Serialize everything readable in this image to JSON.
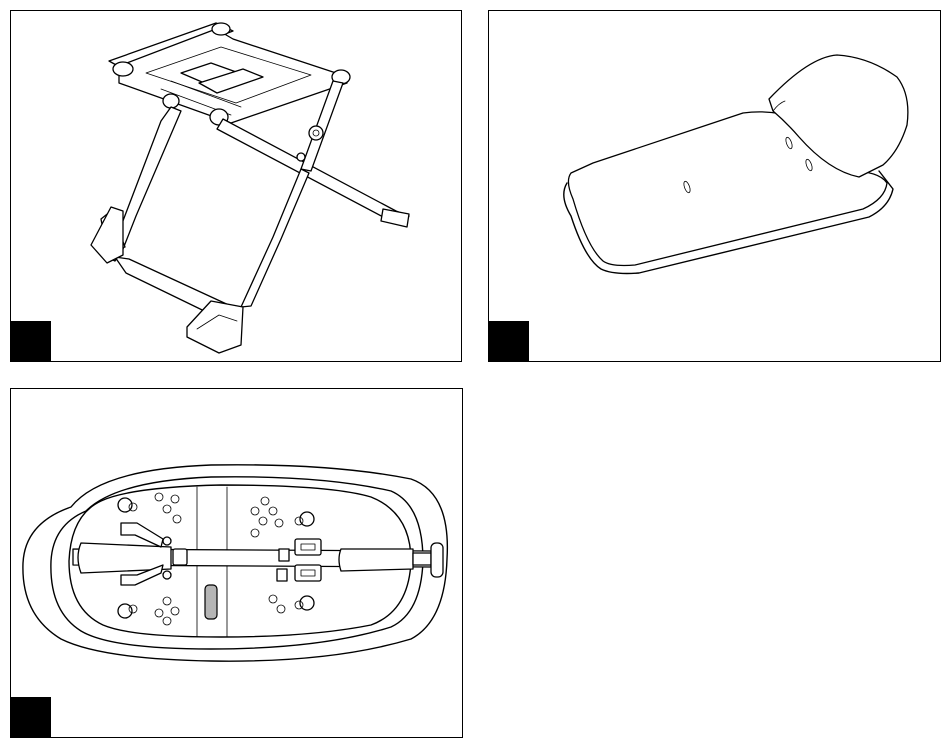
{
  "figures": [
    {
      "id": "stand",
      "illustration": "folding-stand-illustration"
    },
    {
      "id": "mattress",
      "illustration": "mattress-pad-illustration"
    },
    {
      "id": "bassinet",
      "illustration": "bassinet-base-top-view-illustration"
    }
  ],
  "badge_color": "#000000",
  "line_color": "#000000",
  "slot_fill": "#b5b5b5"
}
